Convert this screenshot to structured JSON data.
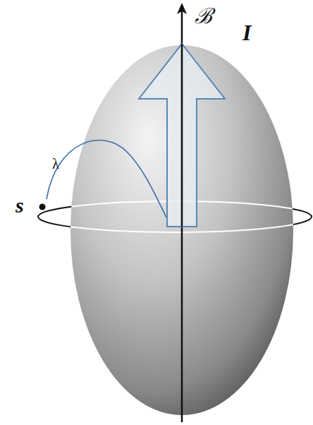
{
  "diagram": {
    "labels": [
      "ℬ",
      "I",
      "λ",
      "s"
    ]
  }
}
